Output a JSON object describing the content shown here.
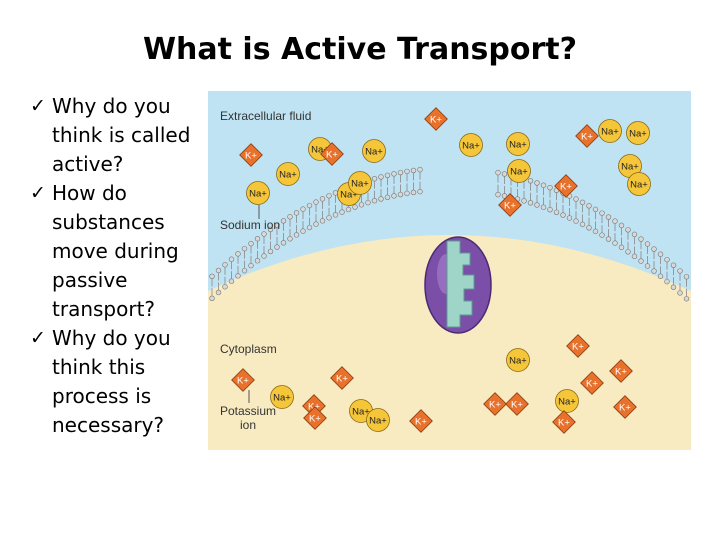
{
  "slide": {
    "title": "What is Active Transport?",
    "bullets": [
      "Why do you think is called active?",
      "How do substances move during passive transport?",
      "Why do you think this process is necessary?"
    ]
  },
  "diagram": {
    "labels": {
      "extracellular": "Extracellular fluid",
      "sodium_ion": "Sodium ion",
      "cytoplasm": "Cytoplasm",
      "potassium_ion_line1": "Potassium",
      "potassium_ion_line2": "ion"
    },
    "ion_labels": {
      "sodium": "Na+",
      "potassium": "K+"
    },
    "colors": {
      "extracellular": "#bfe3f2",
      "cytoplasm": "#f8ebc1",
      "sodium": "#f5c53a",
      "potassium": "#e8722c",
      "pump_protein": "#7b4fa8",
      "pump_channel": "#9fd4c8"
    }
  }
}
